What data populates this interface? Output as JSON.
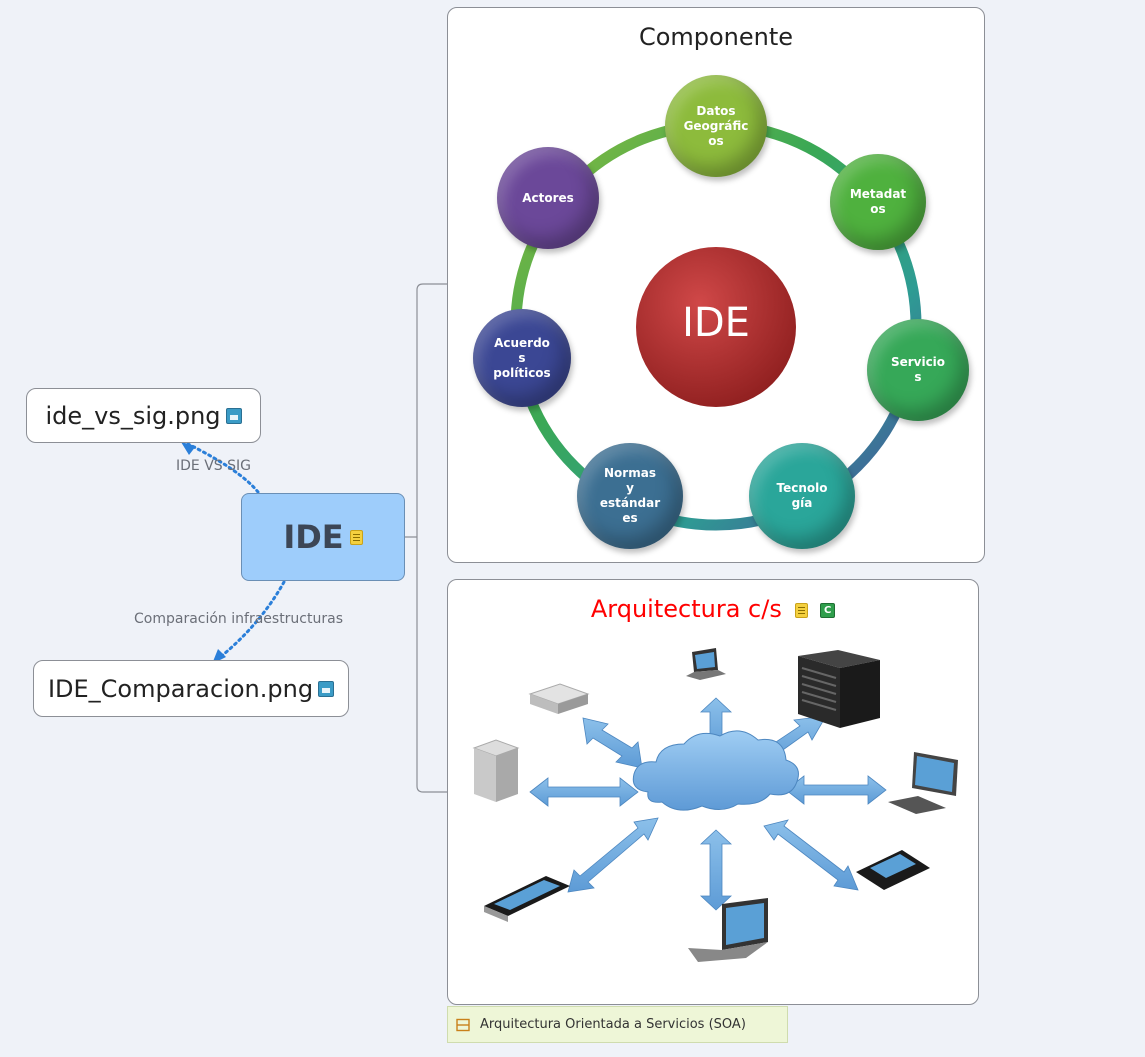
{
  "central": {
    "label": "IDE"
  },
  "children": [
    {
      "label": "ide_vs_sig.png",
      "relationship": "IDE VS SIG"
    },
    {
      "label": "IDE_Comparacion.png",
      "relationship": "Comparación infraestructuras"
    }
  ],
  "componente": {
    "title": "Componente",
    "hub": "IDE",
    "items": [
      {
        "label": "Datos\nGeográfic\nos",
        "color": "#8dbb3c"
      },
      {
        "label": "Metadat\nos",
        "color": "#4fb13e"
      },
      {
        "label": "Servicio\ns",
        "color": "#36a858"
      },
      {
        "label": "Tecnolo\ngía",
        "color": "#2aa69a"
      },
      {
        "label": "Normas\ny\nestándar\nes",
        "color": "#3c6f92"
      },
      {
        "label": "Acuerdo\ns\npolíticos",
        "color": "#3b4794"
      },
      {
        "label": "Actores",
        "color": "#6b4899"
      }
    ]
  },
  "arquitectura": {
    "title": "Arquitectura c/s",
    "comment_icon": "C",
    "label_tag": "Arquitectura Orientada a Servicios (SOA)"
  },
  "colors": {
    "background": "#eff2f8",
    "central_fill": "#9ecdfb",
    "title_red": "#ff0000",
    "relationship_dots": "#2b7fd9",
    "hub": "#b52f2f"
  }
}
